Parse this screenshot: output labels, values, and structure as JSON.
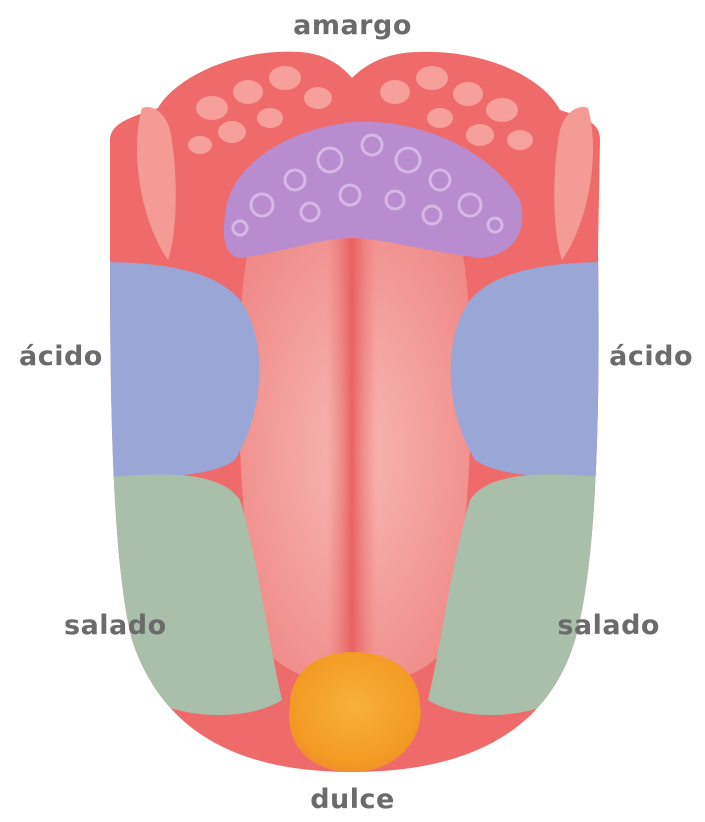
{
  "labels": {
    "top": "amargo",
    "left_mid": "ácido",
    "right_mid": "ácido",
    "left_low": "salado",
    "right_low": "salado",
    "bottom": "dulce"
  },
  "colors": {
    "tongue_base": "#ef6a6a",
    "tongue_center": "#f3a0a0",
    "amargo_zone": "#b88cce",
    "acido_zone": "#9aa6d6",
    "salado_zone": "#a9bfaa",
    "dulce_zone": "#f4a62a",
    "label_text": "#6b6b6b"
  }
}
